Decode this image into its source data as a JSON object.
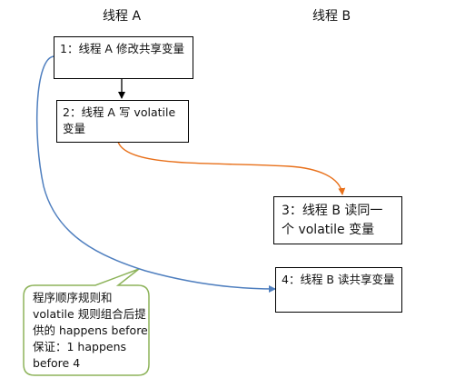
{
  "lanes": {
    "thread_a": "线程 A",
    "thread_b": "线程 B"
  },
  "steps": [
    {
      "label": "1：线程 A 修改共享变量"
    },
    {
      "label": "2：线程 A 写 volatile 变量"
    },
    {
      "label": "3：线程 B 读同一个 volatile 变量"
    },
    {
      "label": "4：线程 B 读共享变量"
    }
  ],
  "note": "程序顺序规则和 volatile 规则组合后提供的 happens before 保证：1 happens before 4",
  "colors": {
    "program_order_arrow": "#000000",
    "volatile_arrow": "#E8701A",
    "happens_before_arrow": "#4F7FBF",
    "callout_border": "#8DB35A",
    "box_border": "#000000"
  }
}
